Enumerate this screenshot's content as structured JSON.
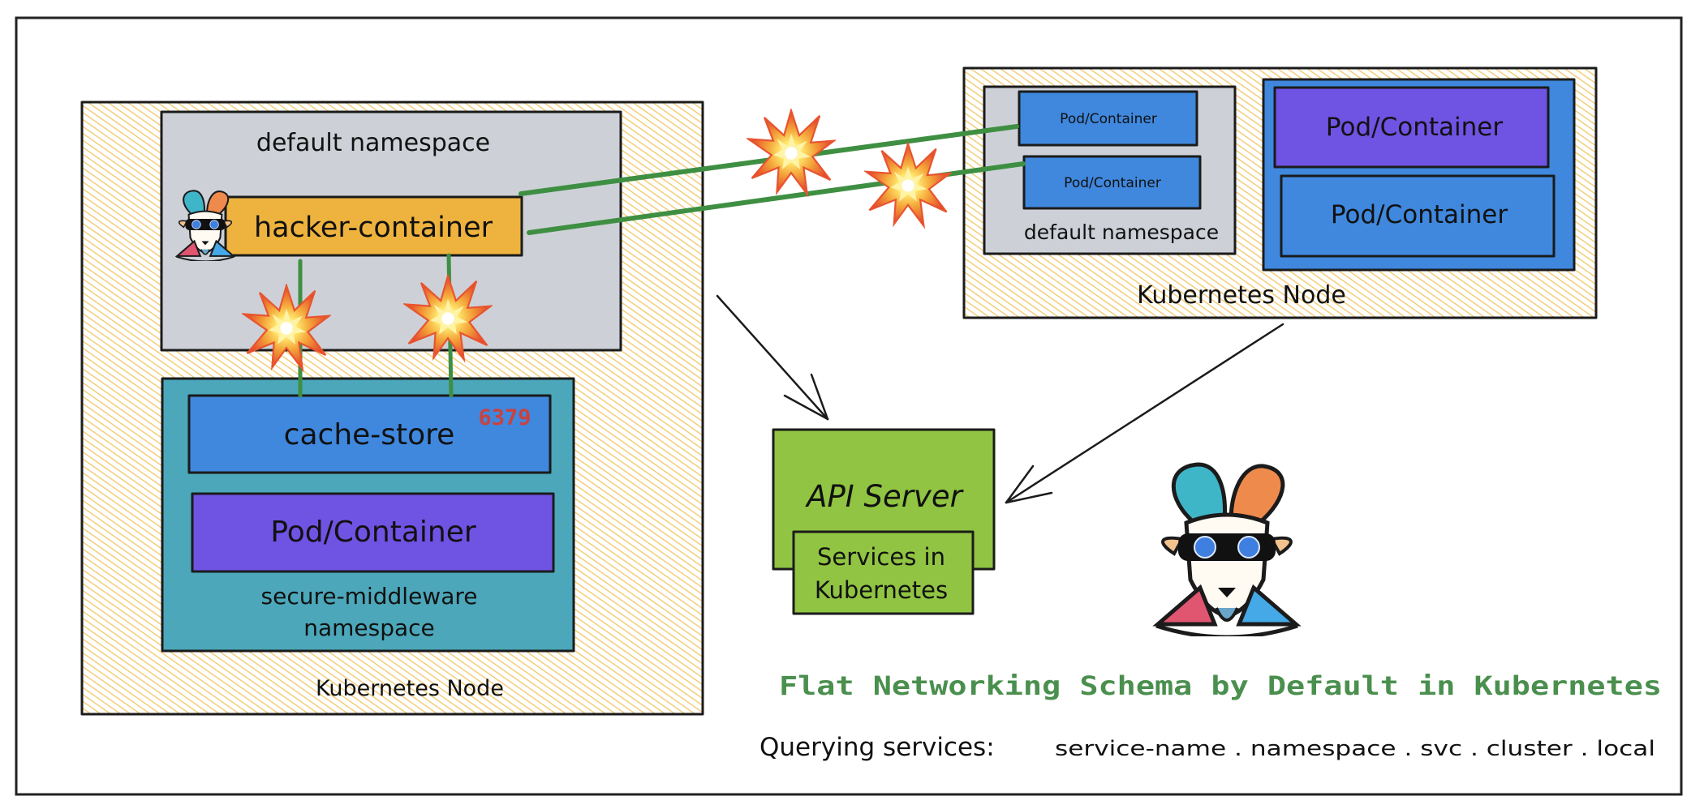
{
  "diagram": {
    "title": "Flat Networking Schema by Default in Kubernetes",
    "query_label": "Querying services:",
    "query_pattern": "service-name . namespace . svc . cluster . local",
    "left_node": {
      "label": "Kubernetes Node",
      "default_namespace": {
        "label": "default namespace",
        "hacker_container": "hacker-container"
      },
      "secure_namespace": {
        "label_line1": "secure-middleware",
        "label_line2": "namespace",
        "cache_store": "cache-store",
        "cache_port": "6379",
        "pod": "Pod/Container"
      }
    },
    "right_node": {
      "label": "Kubernetes Node",
      "default_namespace": {
        "label": "default namespace",
        "pods": [
          "Pod/Container",
          "Pod/Container"
        ]
      },
      "other_namespace": {
        "pods": [
          "Pod/Container",
          "Pod/Container"
        ]
      }
    },
    "api_server": {
      "label": "API Server",
      "services_line1": "Services in",
      "services_line2": "Kubernetes"
    },
    "icons": [
      "goat-mascot-icon",
      "explosion-icon",
      "arrow-icon"
    ]
  },
  "colors": {
    "hatch": "#f3cd79",
    "gray_namespace": "#cdd1d7",
    "hacker": "#eeb33e",
    "teal_namespace": "#4ba7b9",
    "blue_pod": "#3f88de",
    "purple_pod": "#6f53e3",
    "api_green": "#90c442",
    "link_green": "#3f8f43",
    "title_green": "#4a8f4e",
    "port_red": "#c9423f"
  }
}
